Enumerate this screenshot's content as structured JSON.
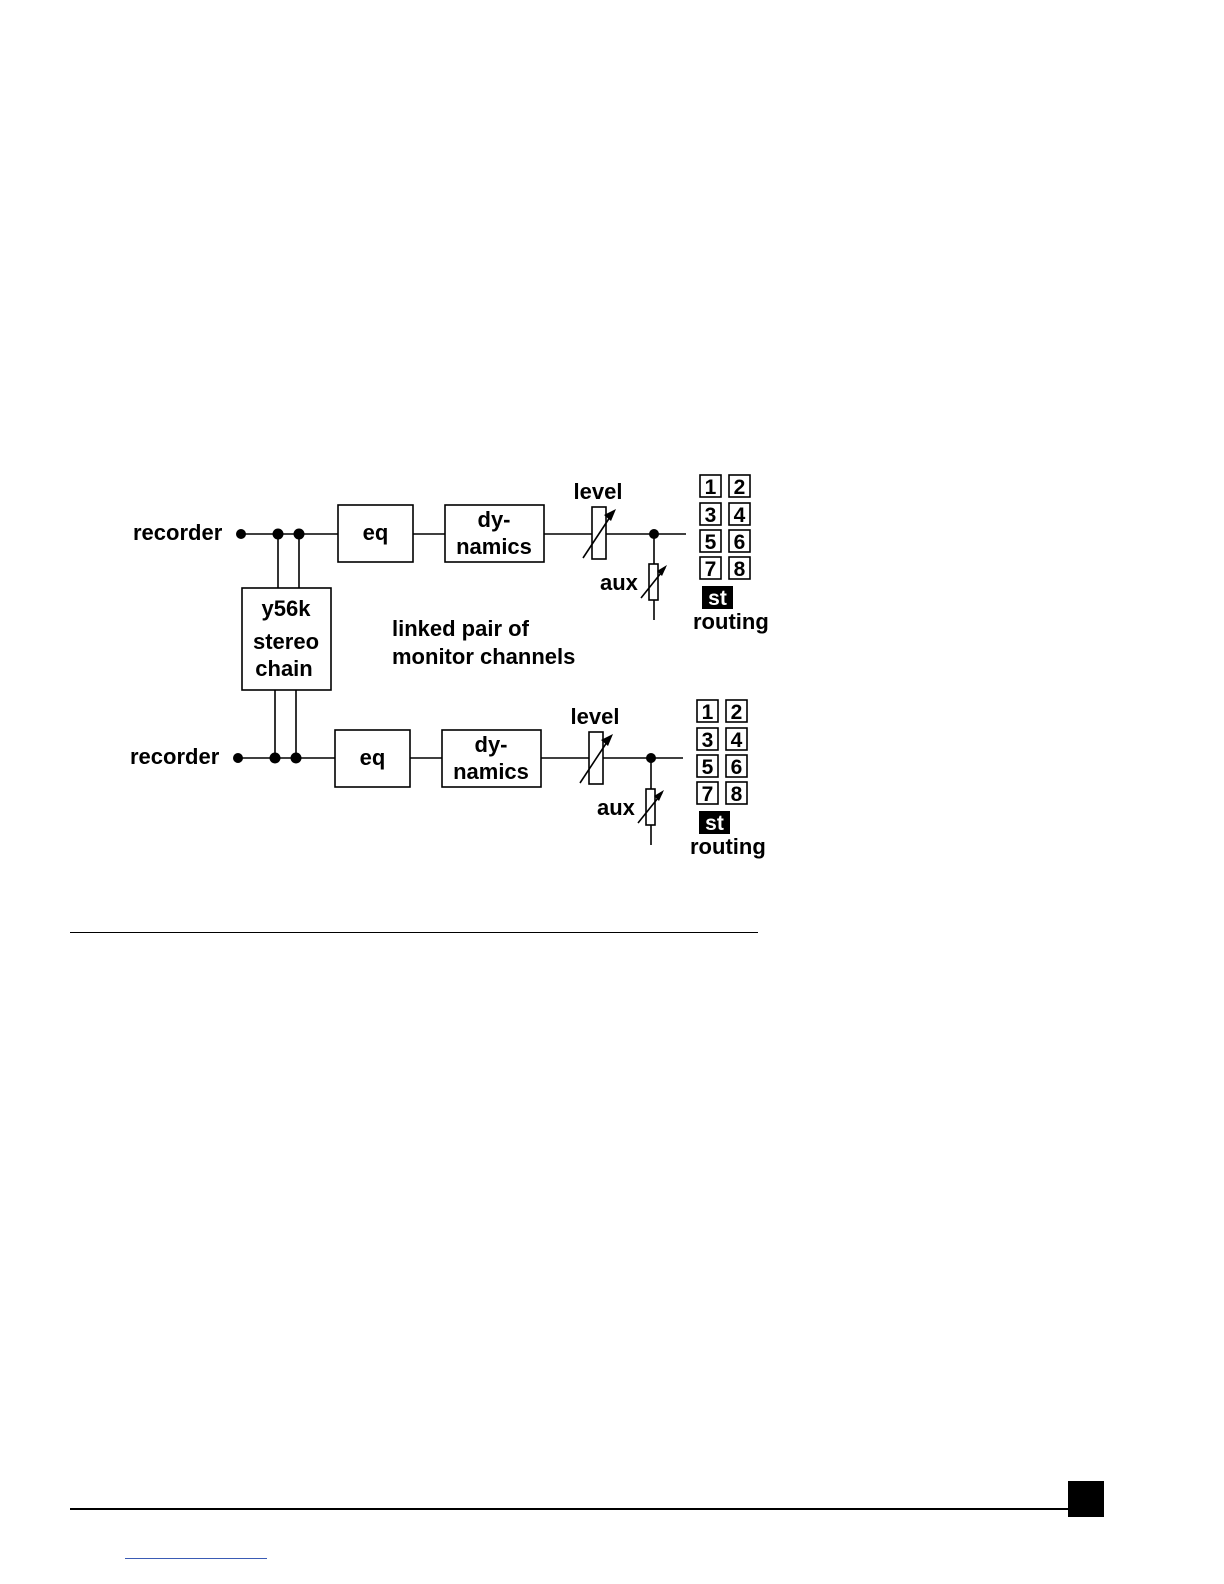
{
  "diagram": {
    "top_channel": {
      "input_label": "recorder",
      "eq_label": "eq",
      "dynamics_line1": "dy-",
      "dynamics_line2": "namics",
      "level_label": "level",
      "aux_label": "aux",
      "routing_numbers": [
        "1",
        "2",
        "3",
        "4",
        "5",
        "6",
        "7",
        "8"
      ],
      "stereo_label": "st",
      "routing_label": "routing"
    },
    "bottom_channel": {
      "input_label": "recorder",
      "eq_label": "eq",
      "dynamics_line1": "dy-",
      "dynamics_line2": "namics",
      "level_label": "level",
      "aux_label": "aux",
      "routing_numbers": [
        "1",
        "2",
        "3",
        "4",
        "5",
        "6",
        "7",
        "8"
      ],
      "stereo_label": "st",
      "routing_label": "routing"
    },
    "link_box": {
      "line1": "y56k",
      "line2": "stereo",
      "line3": "chain"
    },
    "caption_line1": "linked pair of",
    "caption_line2": "monitor channels"
  }
}
